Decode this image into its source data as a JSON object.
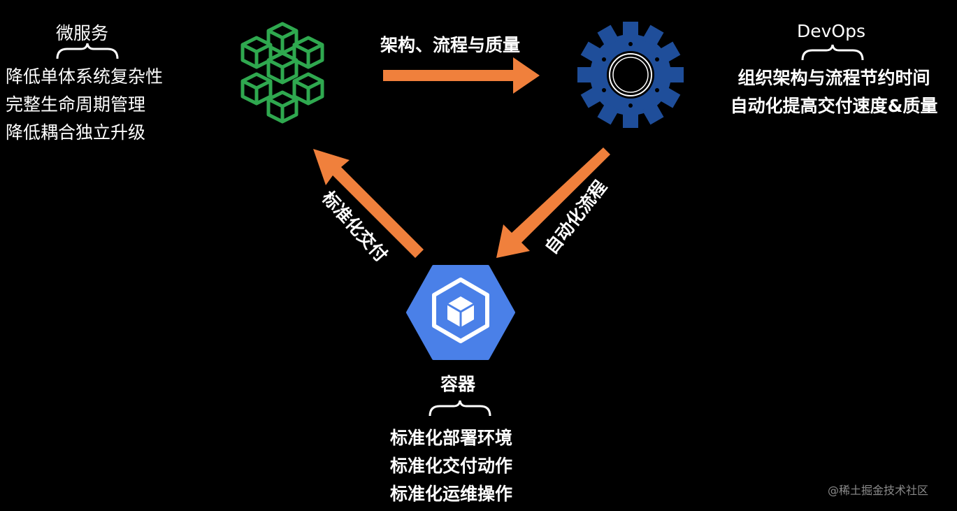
{
  "microservices": {
    "title": "微服务",
    "lines": [
      "降低单体系统复杂性",
      "完整生命周期管理",
      "降低耦合独立升级"
    ]
  },
  "devops": {
    "title": "DevOps",
    "lines": [
      "组织架构与流程节约时间",
      "自动化提高交付速度&质量"
    ]
  },
  "containers": {
    "title": "容器",
    "lines": [
      "标准化部署环境",
      "标准化交付动作",
      "标准化运维操作"
    ]
  },
  "arrows": {
    "top": "架构、流程与质量",
    "right": "自动化流程",
    "left": "标准化交付"
  },
  "icons": {
    "microservices": "cubes-icon",
    "devops": "gear-icon",
    "containers": "kubernetes-engine-icon"
  },
  "colors": {
    "background": "#000000",
    "arrow": "#f0803c",
    "cubes": "#2fa84f",
    "gear": "#1f4e9a",
    "hexagon": "#4a80e8"
  },
  "watermark": "@稀土掘金技术社区"
}
